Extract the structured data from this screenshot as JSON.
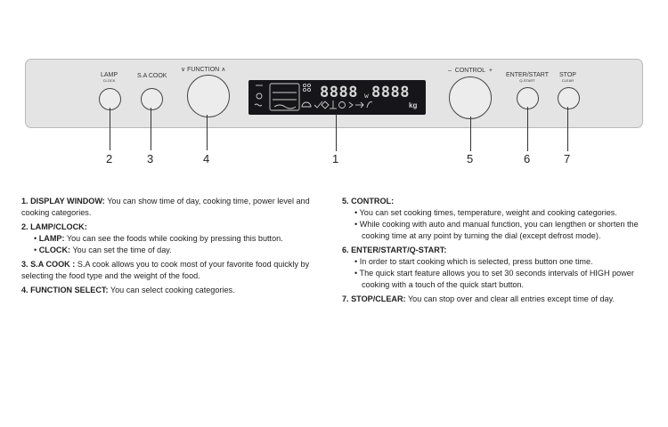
{
  "panel": {
    "lamp_label": "LAMP",
    "lamp_sub": "CLOCK",
    "sa_label": "S.A COOK",
    "function_label": "FUNCTION",
    "control_label": "CONTROL",
    "enter_label": "ENTER/START",
    "enter_sub": "Q-START",
    "stop_label": "STOP",
    "stop_sub": "CLEAR",
    "display_digits_left": "8888",
    "display_w": "w",
    "display_digits_right": "8888",
    "display_kg": "kg"
  },
  "callouts": [
    "1",
    "2",
    "3",
    "4",
    "5",
    "6",
    "7"
  ],
  "left_column": {
    "d1_title": "1. DISPLAY WINDOW:",
    "d1_text": " You can show time of day, cooking time, power level and cooking categories.",
    "d2_title": "2. LAMP/CLOCK:",
    "d2_b1_title": "LAMP:",
    "d2_b1_text": " You can see the foods while cooking by pressing this button.",
    "d2_b2_title": "CLOCK:",
    "d2_b2_text": " You can set the time of day.",
    "d3_title": "3. S.A COOK :",
    "d3_text": " S.A cook allows you to cook most of your favorite food quickly by selecting the food type and the weight of the food.",
    "d4_title": "4. FUNCTION SELECT:",
    "d4_text": " You can select cooking categories."
  },
  "right_column": {
    "d5_title": "5. CONTROL:",
    "d5_b1": "You can set cooking times, temperature, weight and cooking categories.",
    "d5_b2": "While cooking with auto and manual function, you can lengthen or shorten the cooking time at any point by turning the dial (except defrost mode).",
    "d6_title": "6. ENTER/START/Q-START:",
    "d6_b1": "In order to start cooking which is selected, press button one time.",
    "d6_b2": "The quick start feature allows you to set 30 seconds intervals of HIGH power cooking with a touch of the quick start button.",
    "d7_title": "7. STOP/CLEAR:",
    "d7_text": " You can stop over and clear all entries except time of day."
  }
}
